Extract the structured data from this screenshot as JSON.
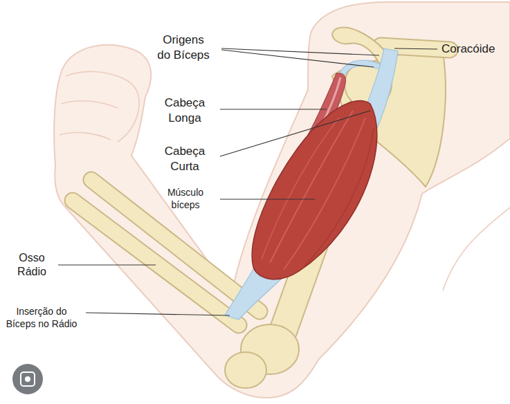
{
  "diagram": {
    "labels": [
      "Origens do Bíceps",
      "Coracóide",
      "Cabeça Longa",
      "Cabeça Curta",
      "Músculo bíceps",
      "Osso Rádio",
      "Inserção do Bíceps no Rádio"
    ]
  }
}
